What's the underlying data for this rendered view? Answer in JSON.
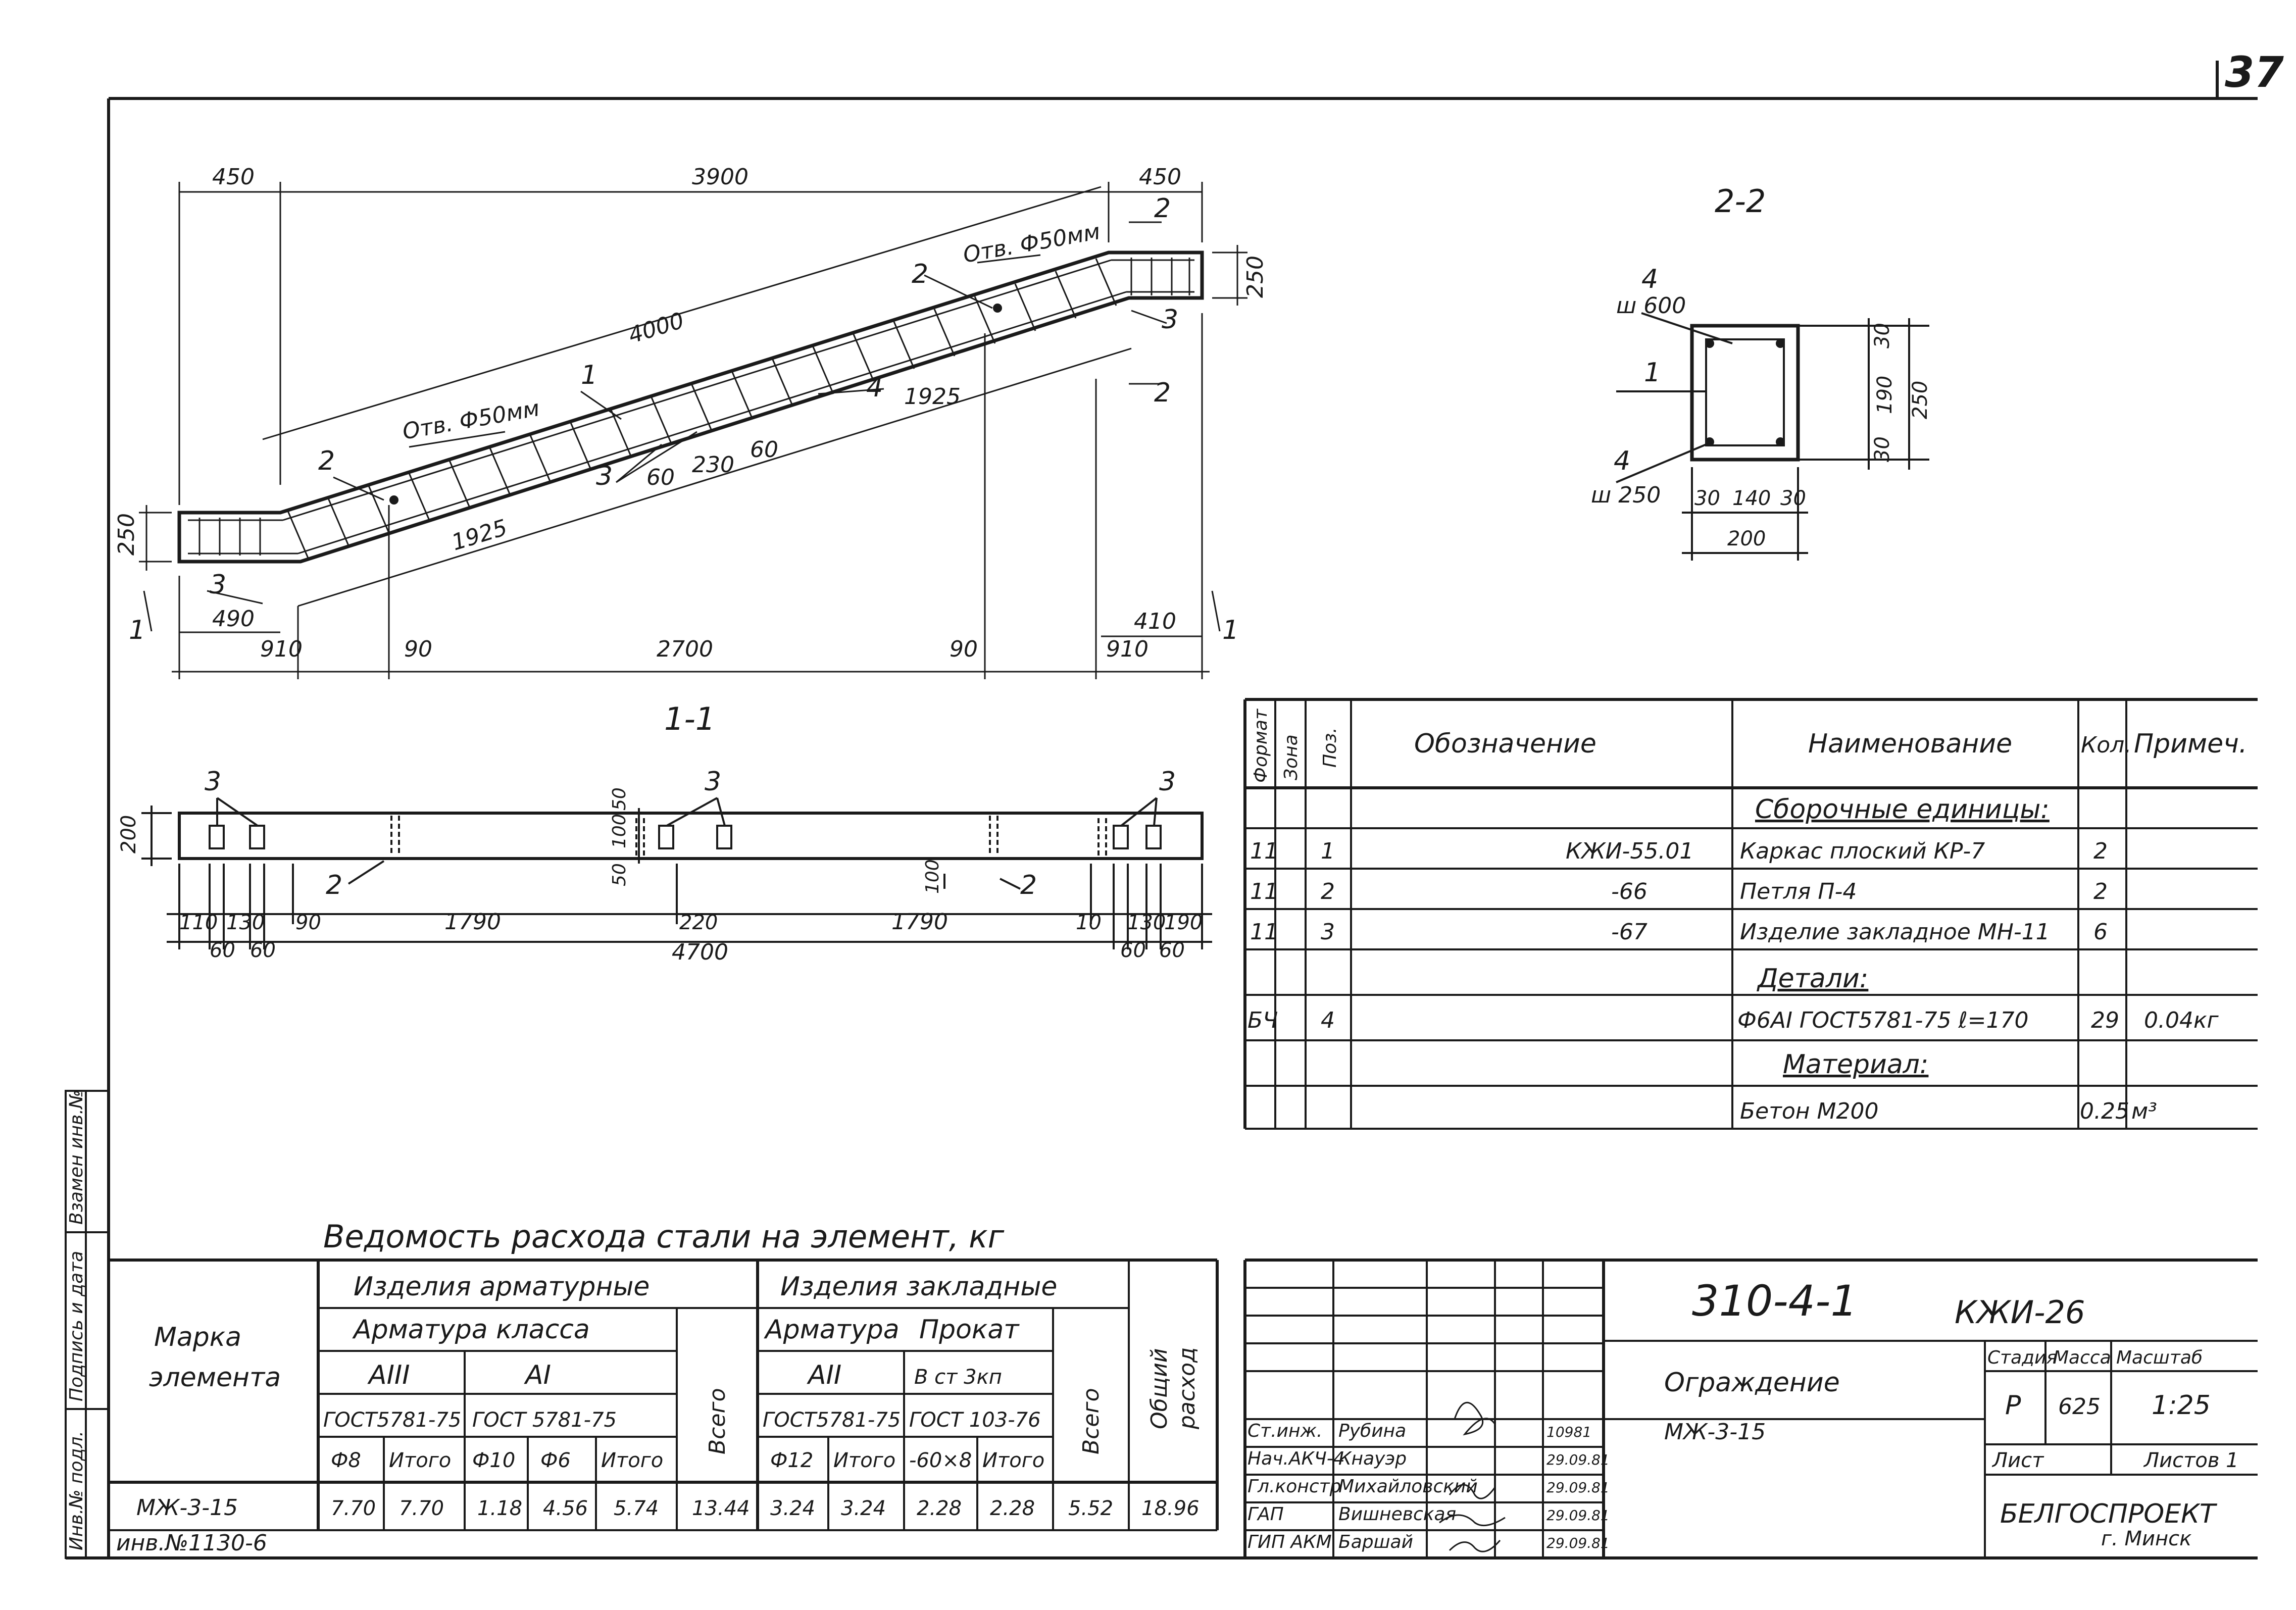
{
  "sheet": {
    "number": "37"
  },
  "views": {
    "elevation": {
      "dims_top": [
        "450",
        "3900",
        "450"
      ],
      "dims_bottom": [
        "910",
        "90",
        "2700",
        "90",
        "910"
      ],
      "dims_other": [
        "4000",
        "1925",
        "1925",
        "230",
        "60",
        "60",
        "250",
        "250",
        "490",
        "410"
      ],
      "notes": [
        "Отв. Ф50мм",
        "Отв. Ф50мм"
      ],
      "pos_labels": [
        "1",
        "2",
        "2",
        "3",
        "3",
        "3",
        "4"
      ],
      "section_marks": [
        "1",
        "1",
        "2",
        "2"
      ]
    },
    "section_2_2": {
      "title": "2-2",
      "pos_labels": [
        "4",
        "1",
        "4"
      ],
      "notes": [
        "ш 600",
        "ш 250"
      ],
      "dims": [
        "30",
        "190",
        "30",
        "250",
        "30",
        "140",
        "30",
        "200"
      ]
    },
    "section_1_1": {
      "title": "1-1",
      "pos_labels": [
        "3",
        "3",
        "3",
        "2",
        "2"
      ],
      "dims": [
        "110",
        "130",
        "90",
        "1790",
        "220",
        "1790",
        "10",
        "130",
        "190",
        "60",
        "60",
        "60",
        "60",
        "4700",
        "200",
        "50",
        "100",
        "50",
        "100"
      ]
    }
  },
  "spec_table": {
    "headers": [
      "Формат",
      "Зона",
      "Поз.",
      "Обозначение",
      "Наименование",
      "Кол.",
      "Примеч."
    ],
    "rows": [
      {
        "format": "",
        "zone": "",
        "pos": "",
        "designation": "",
        "name": "Сборочные единицы:",
        "qty": "",
        "note": ""
      },
      {
        "format": "11",
        "zone": "",
        "pos": "1",
        "designation": "КЖИ-55.01",
        "name": "Каркас плоский КР-7",
        "qty": "2",
        "note": ""
      },
      {
        "format": "11",
        "zone": "",
        "pos": "2",
        "designation": "-66",
        "name": "Петля П-4",
        "qty": "2",
        "note": ""
      },
      {
        "format": "11",
        "zone": "",
        "pos": "3",
        "designation": "-67",
        "name": "Изделие закладное МН-11",
        "qty": "6",
        "note": ""
      },
      {
        "format": "",
        "zone": "",
        "pos": "",
        "designation": "",
        "name": "Детали:",
        "qty": "",
        "note": ""
      },
      {
        "format": "БЧ",
        "zone": "",
        "pos": "4",
        "designation": "",
        "name": "Ф6АI ГОСТ5781-75 ℓ=170",
        "qty": "29",
        "note": "0.04кг"
      },
      {
        "format": "",
        "zone": "",
        "pos": "",
        "designation": "",
        "name": "Материал:",
        "qty": "",
        "note": ""
      },
      {
        "format": "",
        "zone": "",
        "pos": "",
        "designation": "",
        "name": "Бетон М200",
        "qty": "0.25",
        "note": "м³"
      }
    ]
  },
  "steel_table": {
    "title": "Ведомость расхода стали на элемент, кг",
    "mark_header": [
      "Марка",
      "элемента"
    ],
    "group1": "Изделия арматурные",
    "group1_sub": "Арматура класса",
    "cls_a3": "АIII",
    "cls_a1": "АI",
    "gost_a3": "ГОСТ5781-75",
    "gost_a1": "ГОСТ 5781-75",
    "group2": "Изделия закладные",
    "armatura2": "Арматура",
    "prokat": "Прокат",
    "cls_a2": "АII",
    "steel_grade": "В ст 3кп",
    "gost_a2": "ГОСТ5781-75",
    "gost_prokat": "ГОСТ 103-76",
    "total_label": "Всего",
    "overall_label": [
      "Общий",
      "расход"
    ],
    "cols": [
      "Ф8",
      "Итого",
      "Ф10",
      "Ф6",
      "Итого",
      "Ф12",
      "Итого",
      "-60×8",
      "Итого"
    ],
    "row": {
      "mark": "МЖ-3-15",
      "values": [
        "7.70",
        "7.70",
        "1.18",
        "4.56",
        "5.74",
        "13.44",
        "3.24",
        "3.24",
        "2.28",
        "2.28",
        "5.52",
        "18.96"
      ]
    },
    "inv": "инв.№1130-6"
  },
  "left_strip": [
    "Взамен инв.№",
    "Подпись и дата",
    "Инв.№ подл."
  ],
  "title_block": {
    "code": "310-4-1",
    "doc": "КЖИ-26",
    "name": "Ограждение",
    "element": "МЖ-3-15",
    "stage_label": "Стадия",
    "mass_label": "Масса",
    "scale_label": "Масштаб",
    "stage": "Р",
    "mass": "625",
    "scale": "1:25",
    "sheet_label": "Лист",
    "sheets_label": "Листов 1",
    "org": "БЕЛГОСПРОЕКТ",
    "city": "г. Минск",
    "signers": [
      {
        "role": "Нач.АКЧ-4",
        "name": "Кнауэр",
        "date": "29.09.81"
      },
      {
        "role": "Гл.констр",
        "name": "Михайловский",
        "date": "29.09.81"
      },
      {
        "role": "ГАП",
        "name": "Вишневская",
        "date": "29.09.81"
      },
      {
        "role": "ГИП АКМ",
        "name": "Баршай",
        "date": "29.09.81"
      },
      {
        "role": "Ст.инж.",
        "name": "Рубина",
        "date": "10981"
      }
    ]
  }
}
